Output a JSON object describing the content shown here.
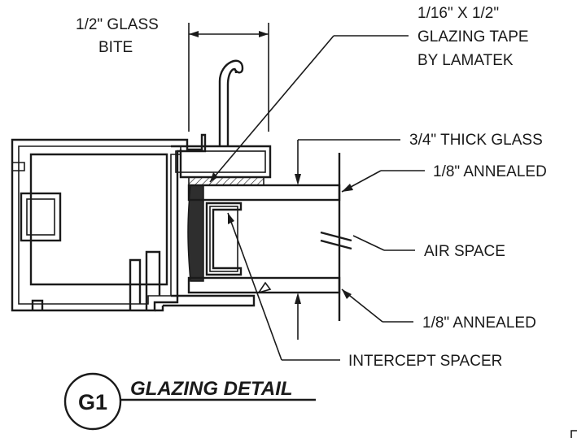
{
  "labels": {
    "glass_bite_line1": "1/2\" GLASS",
    "glass_bite_line2": "BITE",
    "tape_line1": "1/16\" X 1/2\"",
    "tape_line2": "GLAZING TAPE",
    "tape_line3": "BY LAMATEK",
    "thick_glass": "3/4\" THICK GLASS",
    "annealed_top": "1/8\" ANNEALED",
    "air_space": "AIR SPACE",
    "annealed_bottom": "1/8\" ANNEALED",
    "intercept_spacer": "INTERCEPT SPACER"
  },
  "detail": {
    "badge": "G1",
    "title": "GLAZING DETAIL"
  },
  "colors": {
    "ink": "#1a1a1a",
    "gasket": "#2e2e2e"
  }
}
